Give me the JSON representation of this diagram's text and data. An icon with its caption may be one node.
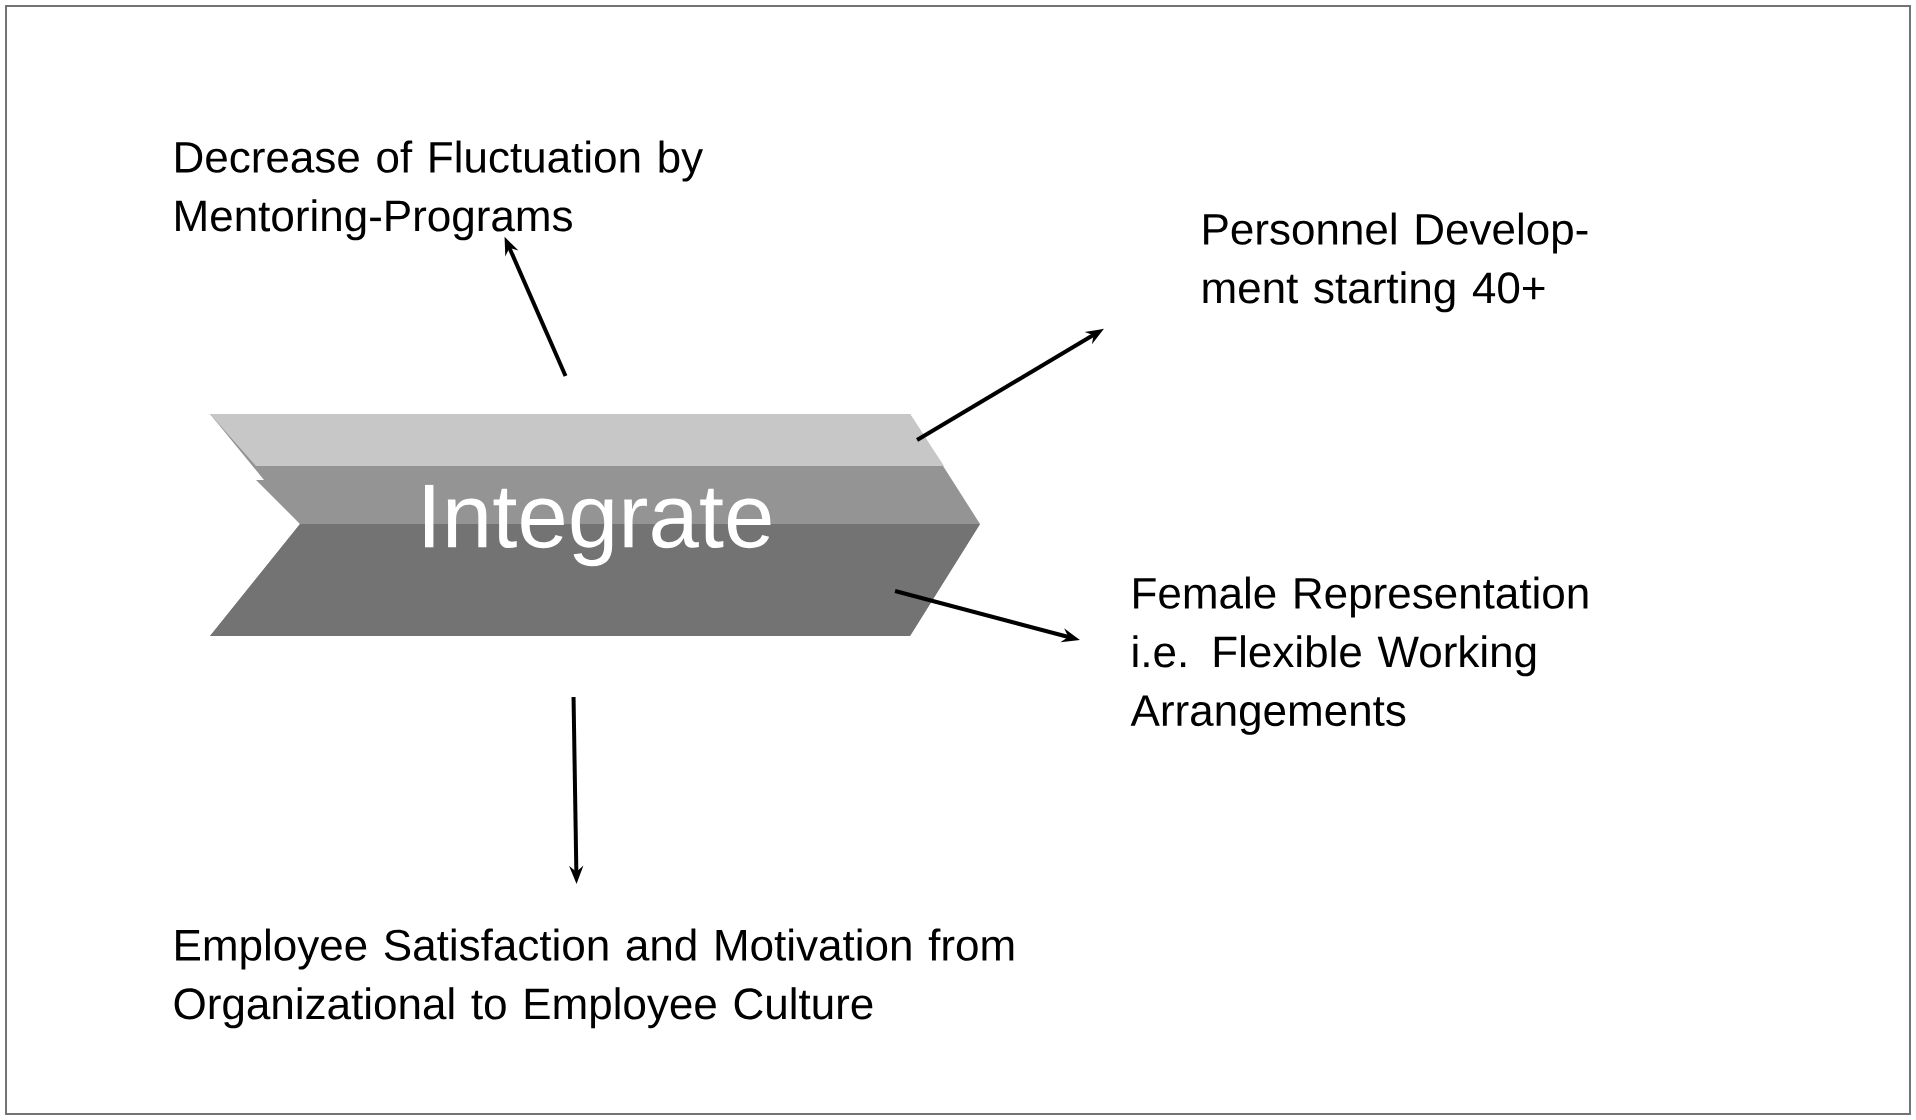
{
  "diagram": {
    "nodes": [
      {
        "text": [
          "Integrate"
        ]
      },
      {
        "text": [
          "Decrease of Fluctuation by Mentoring-Programs"
        ]
      },
      {
        "text": [
          "Personnel Develop- ment starting 40+"
        ]
      },
      {
        "text": [
          "Female Representation i.e. Flexible Working Arrangements"
        ]
      },
      {
        "text": [
          "Employee Satisfaction and Motivation from Organizational to Employee Culture"
        ]
      }
    ],
    "edges": [
      {
        "from": 0,
        "to": 1,
        "arrow": "to"
      },
      {
        "from": 0,
        "to": 2,
        "arrow": "to"
      },
      {
        "from": 0,
        "to": 3,
        "arrow": "to"
      },
      {
        "from": 0,
        "to": 4,
        "arrow": "to"
      }
    ]
  }
}
